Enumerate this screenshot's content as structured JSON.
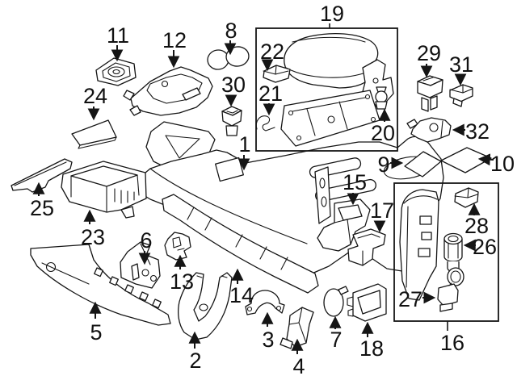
{
  "diagram": {
    "type": "exploded-parts-diagram",
    "background_color": "#ffffff",
    "line_color": "#151515",
    "callouts": [
      {
        "num": "1"
      },
      {
        "num": "2"
      },
      {
        "num": "3"
      },
      {
        "num": "4"
      },
      {
        "num": "5"
      },
      {
        "num": "6"
      },
      {
        "num": "7"
      },
      {
        "num": "8"
      },
      {
        "num": "9"
      },
      {
        "num": "10"
      },
      {
        "num": "11"
      },
      {
        "num": "12"
      },
      {
        "num": "13"
      },
      {
        "num": "14"
      },
      {
        "num": "15"
      },
      {
        "num": "16"
      },
      {
        "num": "17"
      },
      {
        "num": "18"
      },
      {
        "num": "19"
      },
      {
        "num": "20"
      },
      {
        "num": "21"
      },
      {
        "num": "22"
      },
      {
        "num": "23"
      },
      {
        "num": "24"
      },
      {
        "num": "25"
      },
      {
        "num": "26"
      },
      {
        "num": "27"
      },
      {
        "num": "28"
      },
      {
        "num": "29"
      },
      {
        "num": "30"
      },
      {
        "num": "31"
      },
      {
        "num": "32"
      }
    ]
  }
}
